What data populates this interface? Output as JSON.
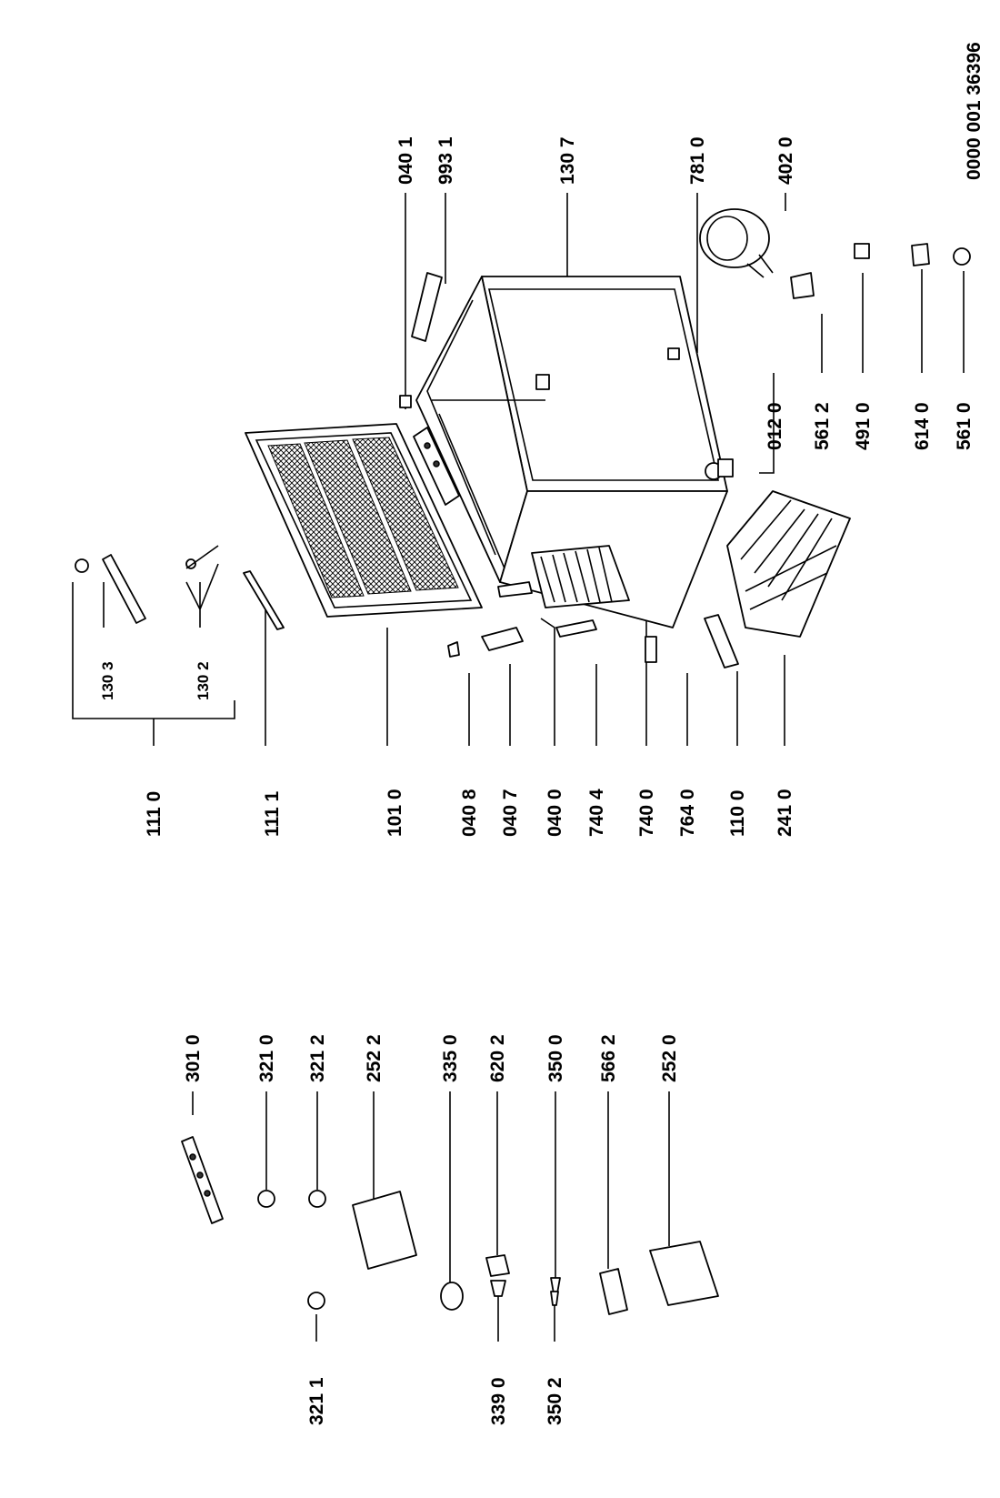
{
  "doc_number": "0000 001 36396",
  "parts": {
    "p1110": "111 0",
    "p1111": "111 1",
    "p1010": "101 0",
    "p0408": "040 8",
    "p0407": "040 7",
    "p0400": "040 0",
    "p7404": "740 4",
    "p7400": "740 0",
    "p7640": "764 0",
    "p1100": "110 0",
    "p2410": "241 0",
    "p1303": "130 3",
    "p1302": "130 2",
    "p0401": "040 1",
    "p9931": "993 1",
    "p1307": "130 7",
    "p7810": "781 0",
    "p4020": "402 0",
    "p0120": "012 0",
    "p5612": "561 2",
    "p4910": "491 0",
    "p6140": "614 0",
    "p5610": "561 0",
    "p3010": "301 0",
    "p3210": "321 0",
    "p3212": "321 2",
    "p2522": "252 2",
    "p3350": "335 0",
    "p6202": "620 2",
    "p3500": "350 0",
    "p5662": "566 2",
    "p2520": "252 0",
    "p3211": "321 1",
    "p3390": "339 0",
    "p3502": "350 2"
  }
}
